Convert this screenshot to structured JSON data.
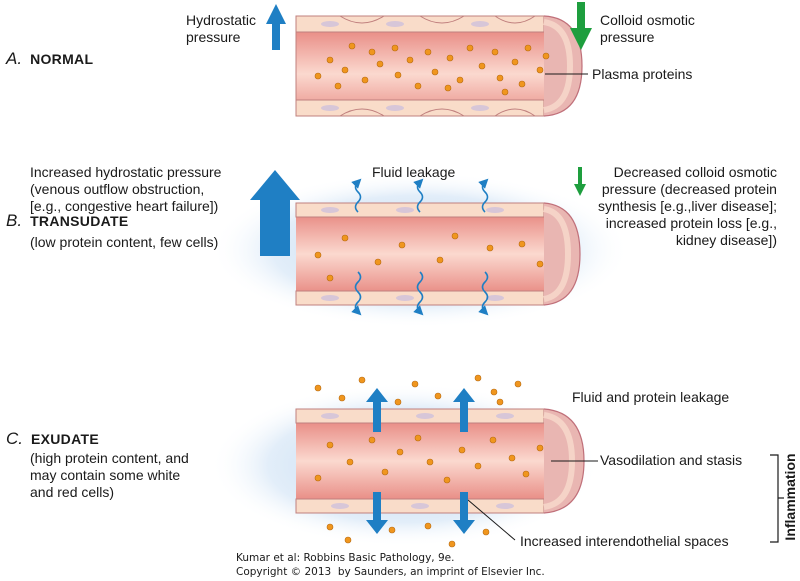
{
  "panels": {
    "a": {
      "letter": "A.",
      "heading": "NORMAL",
      "hydrostatic": "Hydrostatic\npressure",
      "colloid": "Colloid osmotic\npressure",
      "plasma": "Plasma proteins"
    },
    "b": {
      "letter": "B.",
      "heading": "TRANSUDATE",
      "subtitle": "(low protein content, few cells)",
      "increased_hydrostatic": "Increased hydrostatic pressure\n(venous outflow obstruction,\n[e.g., congestive heart failure])",
      "fluid_leakage": "Fluid leakage",
      "decreased_colloid": "Decreased colloid osmotic\npressure (decreased protein\nsynthesis [e.g.,liver disease];\nincreased protein loss [e.g.,\nkidney disease])"
    },
    "c": {
      "letter": "C.",
      "heading": "EXUDATE",
      "subtitle": "(high protein content, and\nmay contain some white\nand red cells)",
      "protein_leakage": "Fluid and protein leakage",
      "vasodilation": "Vasodilation and stasis",
      "interendothelial": "Increased interendothelial spaces",
      "inflammation": "Inflammation"
    }
  },
  "credit": {
    "line1": "Kumar et al: Robbins Basic Pathology, 9e.",
    "line2": "Copyright © 2013  by Saunders, an imprint of Elsevier Inc."
  },
  "colors": {
    "arrow_blue": "#1f7fc4",
    "arrow_green": "#1e9e3e",
    "protein_orange": "#f0961e",
    "vessel_lumen": "#f2b5a8",
    "endothelium": "#f9dcc9",
    "outer_wall": "#d9888e",
    "leak_glow": "#b4d2ee"
  },
  "icons": [
    "up-arrow-icon",
    "down-arrow-icon",
    "wavy-leak-arrow-icon",
    "protein-dot-icon"
  ]
}
